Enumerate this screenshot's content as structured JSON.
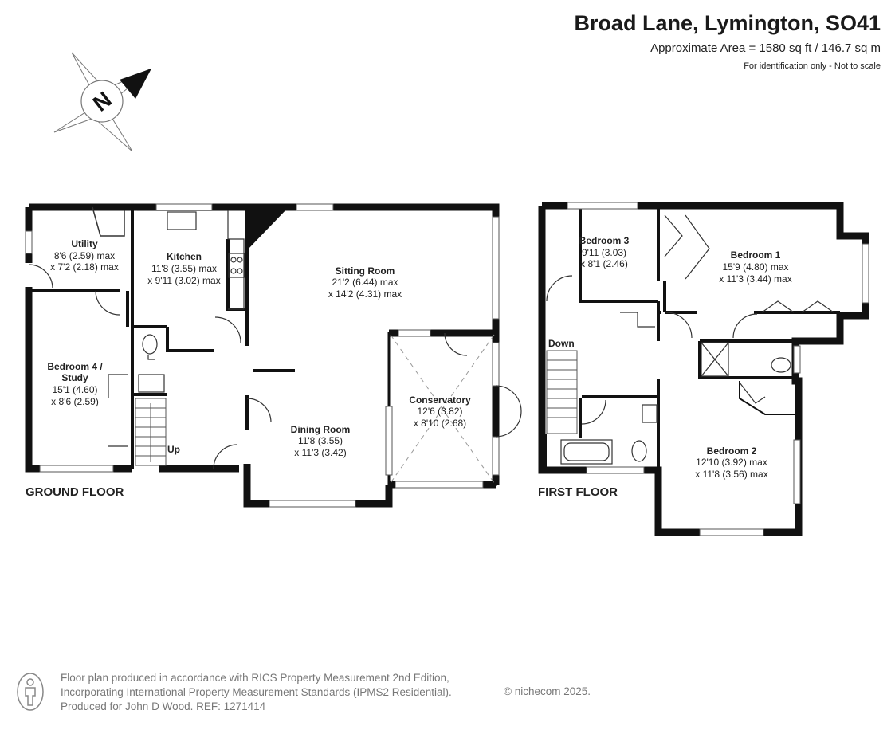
{
  "header": {
    "title": "Broad Lane, Lymington, SO41",
    "area": "Approximate Area = 1580 sq ft / 146.7 sq m",
    "note": "For identification only - Not to scale"
  },
  "compass": {
    "letter": "N"
  },
  "ground_floor": {
    "label": "GROUND FLOOR",
    "stairs_label": "Up",
    "rooms": [
      {
        "name": "Utility",
        "dims": [
          "8'6 (2.59) max",
          "x 7'2 (2.18) max"
        ]
      },
      {
        "name": "Kitchen",
        "dims": [
          "11'8 (3.55) max",
          "x 9'11 (3.02) max"
        ]
      },
      {
        "name": "Sitting Room",
        "dims": [
          "21'2 (6.44) max",
          "x 14'2 (4.31) max"
        ]
      },
      {
        "name": "Bedroom 4 /",
        "name2": "Study",
        "dims": [
          "15'1 (4.60)",
          "x 8'6 (2.59)"
        ]
      },
      {
        "name": "Dining Room",
        "dims": [
          "11'8 (3.55)",
          "x 11'3 (3.42)"
        ]
      },
      {
        "name": "Conservatory",
        "dims": [
          "12'6 (3.82)",
          "x 8'10 (2.68)"
        ]
      }
    ]
  },
  "first_floor": {
    "label": "FIRST FLOOR",
    "stairs_label": "Down",
    "rooms": [
      {
        "name": "Bedroom 3",
        "dims": [
          "9'11 (3.03)",
          "x 8'1 (2.46)"
        ]
      },
      {
        "name": "Bedroom 1",
        "dims": [
          "15'9 (4.80) max",
          "x 11'3 (3.44) max"
        ]
      },
      {
        "name": "Bedroom 2",
        "dims": [
          "12'10 (3.92) max",
          "x 11'8 (3.56) max"
        ]
      }
    ]
  },
  "footer": {
    "line1": "Floor plan produced in accordance with RICS Property Measurement 2nd Edition,",
    "line2": "Incorporating International Property Measurement Standards (IPMS2 Residential).",
    "line3": "Produced for John D Wood.    REF: 1271414",
    "copyright": "© nichecom 2025."
  }
}
